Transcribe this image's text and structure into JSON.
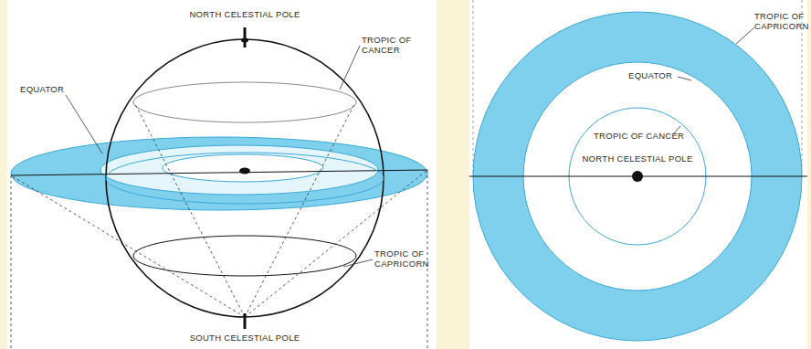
{
  "diagram": {
    "labels": [
      "NORTH CELESTIAL POLE",
      "TROPIC OF CANCER",
      "EQUATOR",
      "TROPIC OF CAPRICORN",
      "SOUTH CELESTIAL POLE",
      "TROPIC OF CAPRICORN",
      "EQUATOR",
      "TROPIC OF CANCER",
      "NORTH CELESTIAL POLE"
    ]
  }
}
